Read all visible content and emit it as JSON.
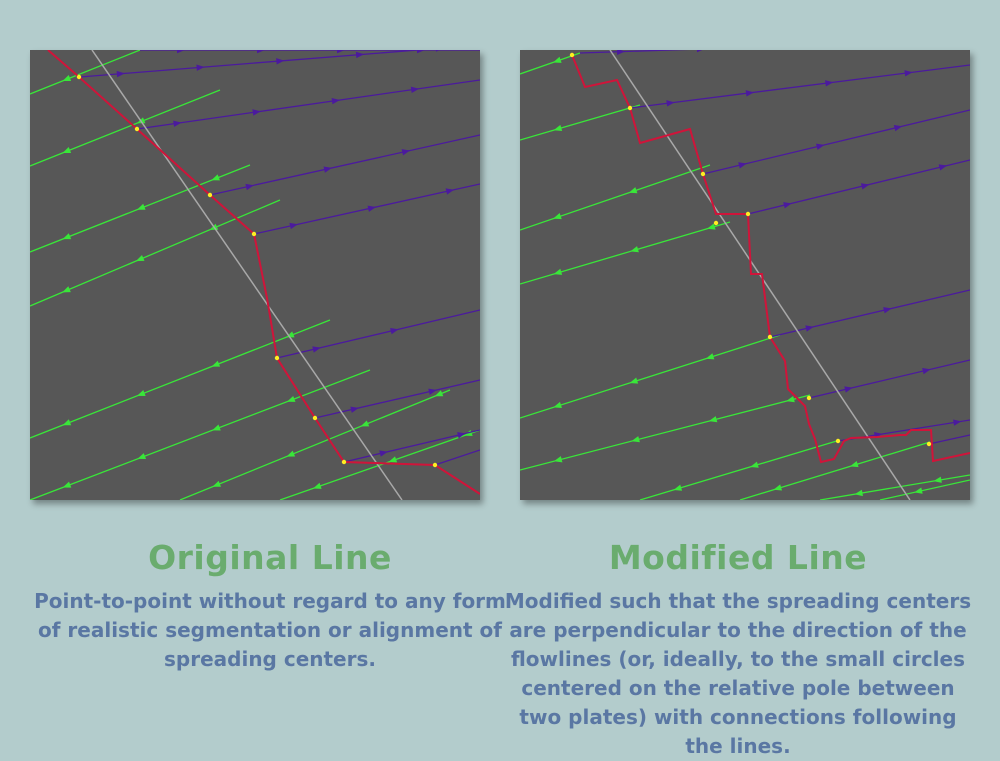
{
  "colors": {
    "background": "#b3cccc",
    "panel": "#575757",
    "green_flowline": "#39e639",
    "purple_flowline": "#4b1a9e",
    "boundary_line": "#d0143a",
    "guide_line": "#a8a8a8",
    "intersection_point": "#ffee22",
    "heading": "#6aac6e",
    "body_text": "#5a77a3"
  },
  "left_panel": {
    "heading": "Original Line",
    "description": "Point-to-point without regard to any form of realistic segmentation or alignment of spreading centers."
  },
  "right_panel": {
    "heading": "Modified Line",
    "description": "Modified such that the spreading centers are perpendicular to the direction of the flowlines (or, ideally, to the small circles centered on the relative pole between two plates) with connections following the lines."
  }
}
